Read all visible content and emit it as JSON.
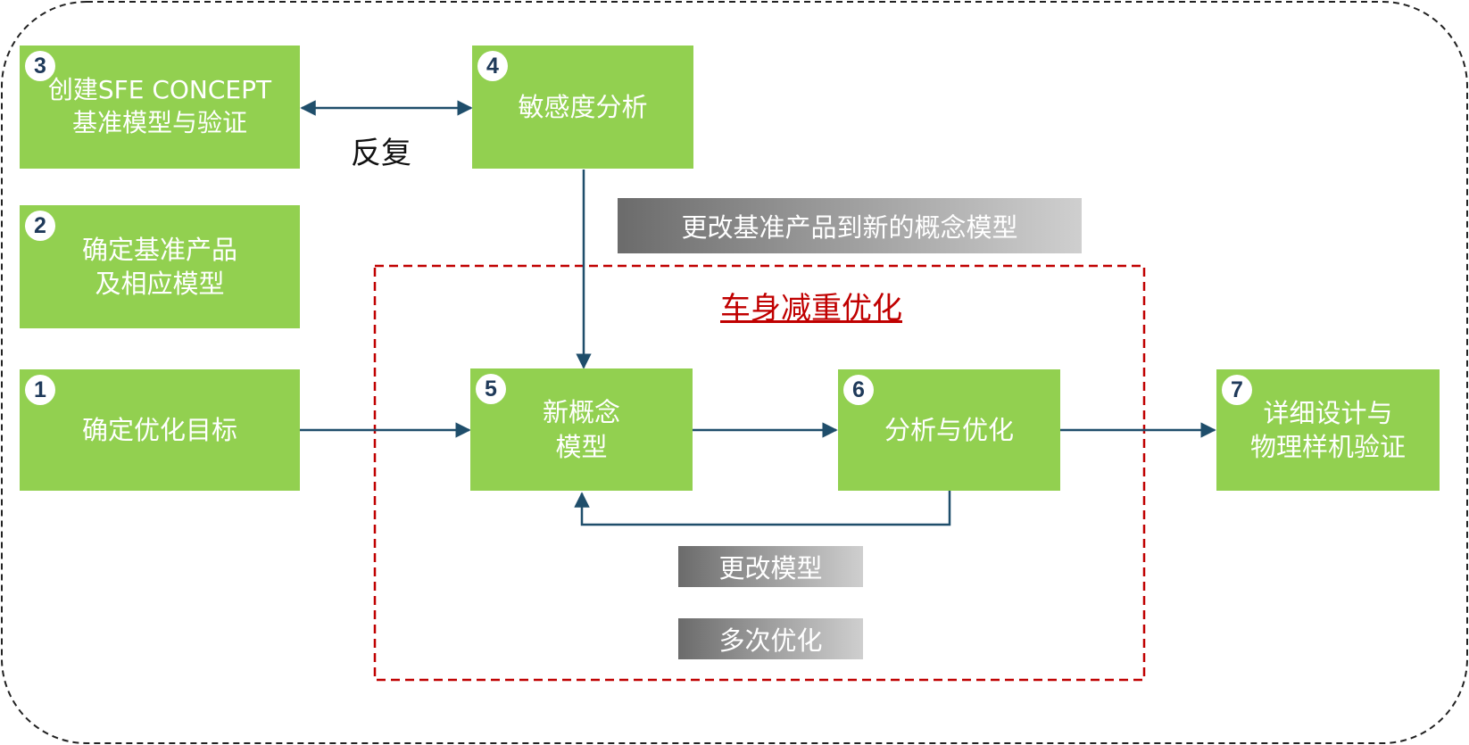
{
  "steps": [
    {
      "num": "1",
      "label": "确定优化目标"
    },
    {
      "num": "2",
      "label": "确定基准产品\n及相应模型"
    },
    {
      "num": "3",
      "label": "创建SFE CONCEPT\n基准模型与验证"
    },
    {
      "num": "4",
      "label": "敏感度分析"
    },
    {
      "num": "5",
      "label": "新概念\n模型"
    },
    {
      "num": "6",
      "label": "分析与优化"
    },
    {
      "num": "7",
      "label": "详细设计与\n物理样机验证"
    }
  ],
  "labels": {
    "iterate": "反复",
    "change_baseline": "更改基准产品到新的概念模型",
    "optimization_region": "车身减重优化",
    "change_model": "更改模型",
    "multiple_optimization": "多次优化"
  },
  "colors": {
    "step_box": "#92d050",
    "arrow": "#1f4e6b",
    "region_border": "#c00000",
    "outer_border": "#222222"
  }
}
